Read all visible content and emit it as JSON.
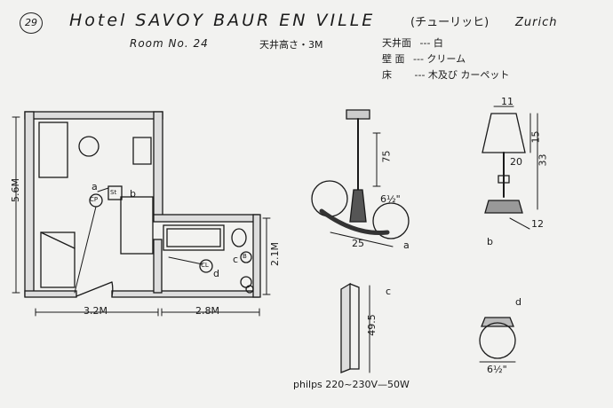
{
  "header": {
    "page_number": "29",
    "hotel_name": "Hotel  SAVOY  BAUR  EN  VILLE",
    "city_kana": "(チューリッヒ)",
    "city": "Zurich",
    "room": "Room  No. 24",
    "ceiling_height": "天井高さ・3M"
  },
  "finishes": [
    {
      "surface": "天井面",
      "material": "--- 白"
    },
    {
      "surface": "壁 面",
      "material": "--- クリーム"
    },
    {
      "surface": "床",
      "material": "--- 木及び カーペット"
    }
  ],
  "plan": {
    "dim_height": "5.6M",
    "dim_width_left": "3.2M",
    "dim_width_right": "2.8M",
    "dim_bath": "2.1M",
    "label_a": "a",
    "label_b": "b",
    "label_c": "c",
    "label_d": "d",
    "symbol_cp": "CP",
    "symbol_st": "St",
    "symbol_cl": "CL",
    "symbol_b": "B"
  },
  "fixtures": {
    "a": {
      "label": "a",
      "height": "75",
      "width": "25",
      "globe": "6½\""
    },
    "b": {
      "label": "b",
      "height_total": "33",
      "shade_height": "15",
      "shade_diameter": "20",
      "shade_top": "11",
      "base": "12"
    },
    "c": {
      "label": "c",
      "length": "49.5"
    },
    "d": {
      "label": "d",
      "size": "6½\""
    }
  },
  "footnote": "philps 220~230V—50W"
}
